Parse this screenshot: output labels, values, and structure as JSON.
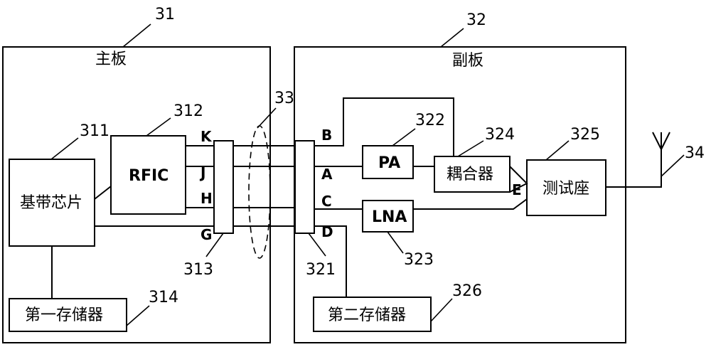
{
  "main_board": {
    "ref": "31",
    "title": "主板"
  },
  "sub_board": {
    "ref": "32",
    "title": "副板"
  },
  "cable": {
    "ref": "33"
  },
  "antenna": {
    "ref": "34"
  },
  "components": {
    "baseband": {
      "ref": "311",
      "label": "基带芯片"
    },
    "rfic": {
      "ref": "312",
      "label": "RFIC"
    },
    "connector_main": {
      "ref": "313"
    },
    "memory1": {
      "ref": "314",
      "label": "第一存储器"
    },
    "connector_sub": {
      "ref": "321"
    },
    "pa": {
      "ref": "322",
      "label": "PA"
    },
    "lna": {
      "ref": "323",
      "label": "LNA"
    },
    "coupler": {
      "ref": "324",
      "label": "耦合器"
    },
    "test_socket": {
      "ref": "325",
      "label": "测试座"
    },
    "memory2": {
      "ref": "326",
      "label": "第二存储器"
    }
  },
  "pins_main": {
    "k": "K",
    "j": "J",
    "h": "H",
    "g": "G"
  },
  "pins_sub": {
    "b": "B",
    "a": "A",
    "c": "C",
    "d": "D"
  },
  "port_e": "E"
}
